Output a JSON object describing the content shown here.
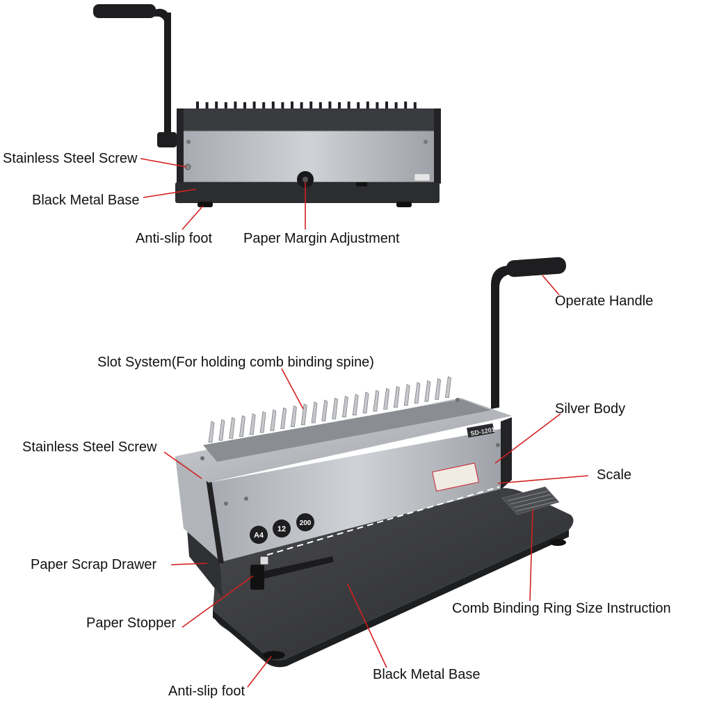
{
  "top": {
    "labels": {
      "screw": "Stainless Steel Screw",
      "base": "Black Metal Base",
      "foot": "Anti-slip foot",
      "margin": "Paper Margin Adjustment"
    }
  },
  "bottom": {
    "labels": {
      "handle": "Operate Handle",
      "slots": "Slot System(For holding comb binding spine)",
      "body": "Silver Body",
      "screw": "Stainless Steel Screw",
      "scale": "Scale",
      "drawer": "Paper Scrap Drawer",
      "ring_size": "Comb Binding Ring Size Instruction",
      "stopper": "Paper Stopper",
      "base": "Black Metal Base",
      "foot": "Anti-slip foot"
    },
    "badges": [
      "A4",
      "12",
      "200"
    ],
    "model": "SD-1201"
  },
  "colors": {
    "leader": "#d42020",
    "metal_dark": "#2e2e30",
    "silver": "#b9bcc1",
    "text": "#111111"
  }
}
